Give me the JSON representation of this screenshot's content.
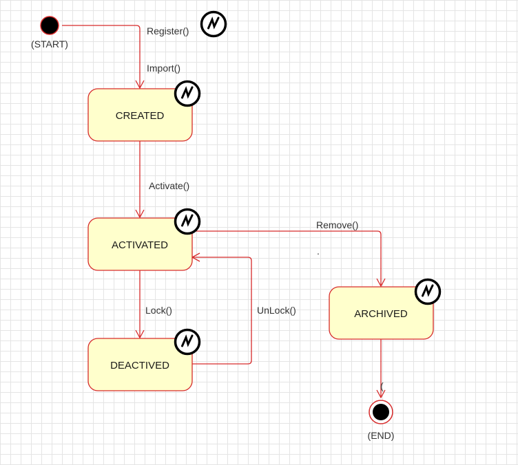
{
  "diagram": {
    "start_label": "(START)",
    "end_label": "(END)",
    "states": {
      "created": "CREATED",
      "activated": "ACTIVATED",
      "deactived": "DEACTIVED",
      "archived": "ARCHIVED"
    },
    "transitions": {
      "register": "Register()",
      "import": "Import()",
      "activate": "Activate()",
      "lock": "Lock()",
      "unlock": "UnLock()",
      "remove": "Remove()"
    },
    "stray_marks": {
      "dot": ".",
      "paren": "("
    }
  },
  "colors": {
    "state_fill": "#ffffcc",
    "state_border": "#d62a2a",
    "edge": "#d62a2a",
    "node_fill": "#000000",
    "event_badge_border": "#000000"
  },
  "icons": {
    "event_badge": "lightning-bolt-icon"
  }
}
